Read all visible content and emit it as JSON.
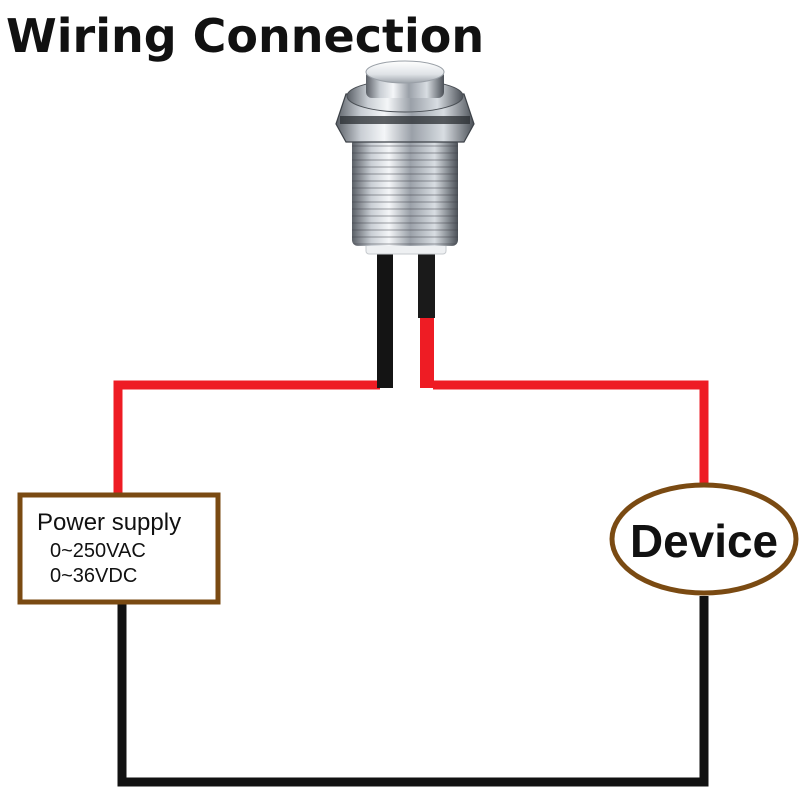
{
  "title": "Wiring Connection",
  "power_supply": {
    "label": "Power supply",
    "ac_range": "0~250VAC",
    "dc_range": "0~36VDC"
  },
  "device": {
    "label": "Device"
  },
  "colors": {
    "positive_wire": "#ee1c24",
    "negative_wire": "#111111",
    "box_border": "#7a4a12",
    "text": "#111111",
    "background": "#ffffff"
  },
  "icons": {
    "switch": "push-button-switch-icon"
  }
}
